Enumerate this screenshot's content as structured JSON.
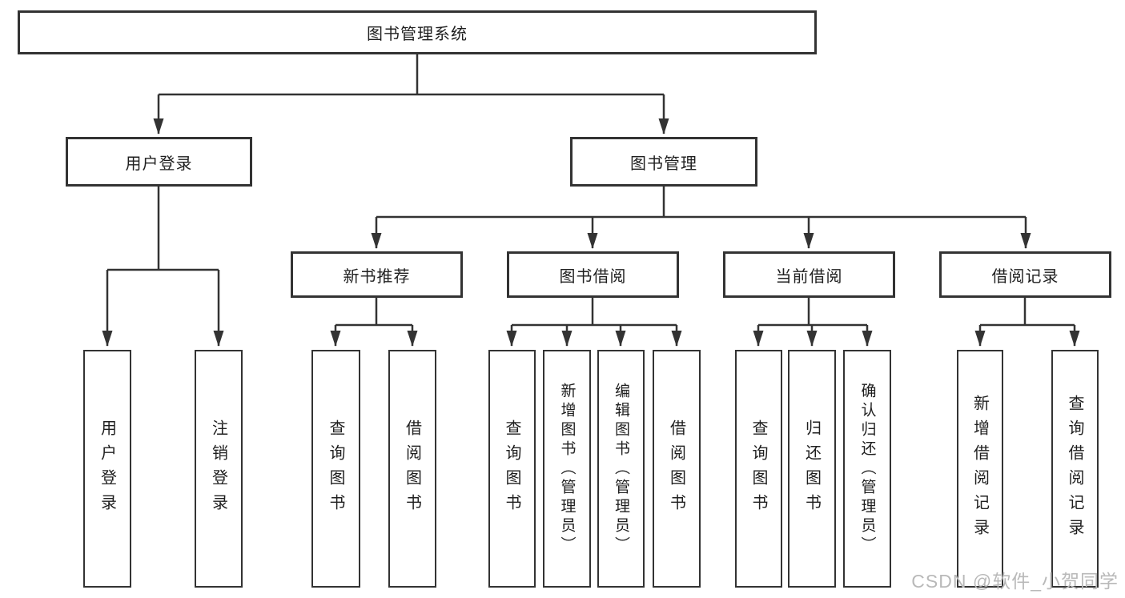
{
  "diagram": {
    "type": "hierarchy-tree",
    "root": {
      "label": "图书管理系统",
      "children": [
        {
          "label": "用户登录",
          "children": [
            {
              "label": "用户登录"
            },
            {
              "label": "注销登录"
            }
          ]
        },
        {
          "label": "图书管理",
          "children": [
            {
              "label": "新书推荐",
              "children": [
                {
                  "label": "查询图书"
                },
                {
                  "label": "借阅图书"
                }
              ]
            },
            {
              "label": "图书借阅",
              "children": [
                {
                  "label": "查询图书"
                },
                {
                  "label": "新增图书（管理员）"
                },
                {
                  "label": "编辑图书（管理员）"
                },
                {
                  "label": "借阅图书"
                }
              ]
            },
            {
              "label": "当前借阅",
              "children": [
                {
                  "label": "查询图书"
                },
                {
                  "label": "归还图书"
                },
                {
                  "label": "确认归还（管理员）"
                }
              ]
            },
            {
              "label": "借阅记录",
              "children": [
                {
                  "label": "新增借阅记录"
                },
                {
                  "label": "查询借阅记录"
                }
              ]
            }
          ]
        }
      ]
    }
  },
  "watermark": {
    "text": "CSDN @软件_小贺同学"
  },
  "colors": {
    "line": "#333333",
    "box_border": "#333333",
    "text": "#1f1f1f",
    "watermark_text": "#b9b9b9",
    "background": "#ffffff"
  }
}
